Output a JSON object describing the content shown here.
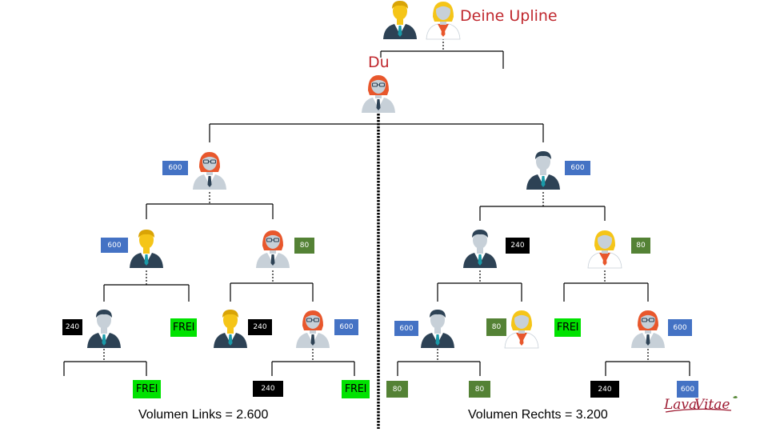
{
  "header": {
    "upline_label": "Deine Upline",
    "you_label": "Du"
  },
  "colors": {
    "upline_text": "#c0282e",
    "badge_blue": "#4472c4",
    "badge_green": "#548235",
    "badge_black": "#000000",
    "frei_green": "#00e200",
    "logo_red": "#9e1b32"
  },
  "people": [
    {
      "id": "up_m",
      "type": "man-yellow-icon"
    },
    {
      "id": "up_w",
      "type": "woman-blonde-icon"
    },
    {
      "id": "du",
      "type": "woman-red-glasses-icon"
    },
    {
      "id": "L1",
      "type": "woman-red-glasses-icon"
    },
    {
      "id": "R1",
      "type": "man-blue-icon"
    },
    {
      "id": "LL",
      "type": "man-yellow-icon"
    },
    {
      "id": "LR",
      "type": "woman-red-glasses-icon"
    },
    {
      "id": "RL",
      "type": "man-blue-icon"
    },
    {
      "id": "RR",
      "type": "woman-blonde-icon"
    },
    {
      "id": "LLL",
      "type": "man-gray-icon"
    },
    {
      "id": "LRL",
      "type": "man-yellow-icon"
    },
    {
      "id": "LRR",
      "type": "woman-red-glasses-icon"
    },
    {
      "id": "RLL",
      "type": "man-gray-icon"
    },
    {
      "id": "RLR",
      "type": "woman-blonde-icon"
    },
    {
      "id": "RRR",
      "type": "woman-red-glasses-icon"
    }
  ],
  "badges": [
    {
      "id": "L1",
      "text": "600",
      "color": "blue"
    },
    {
      "id": "R1",
      "text": "600",
      "color": "blue"
    },
    {
      "id": "LL",
      "text": "600",
      "color": "blue"
    },
    {
      "id": "LR",
      "text": "80",
      "color": "green"
    },
    {
      "id": "RL",
      "text": "240",
      "color": "black"
    },
    {
      "id": "RR",
      "text": "80",
      "color": "green"
    },
    {
      "id": "LLL",
      "text": "240",
      "color": "black"
    },
    {
      "id": "LRL",
      "text": "240",
      "color": "black"
    },
    {
      "id": "LRR",
      "text": "600",
      "color": "blue"
    },
    {
      "id": "RLL",
      "text": "600",
      "color": "blue"
    },
    {
      "id": "RLR",
      "text": "80",
      "color": "green"
    },
    {
      "id": "RRR",
      "text": "600",
      "color": "blue"
    },
    {
      "id": "L4a",
      "text": "240",
      "color": "black"
    },
    {
      "id": "R4a",
      "text": "80",
      "color": "green"
    },
    {
      "id": "R4b",
      "text": "80",
      "color": "green"
    },
    {
      "id": "R4c",
      "text": "240",
      "color": "black"
    },
    {
      "id": "R4d",
      "text": "600",
      "color": "blue"
    }
  ],
  "frei": [
    {
      "id": "LLR",
      "text": "FREI"
    },
    {
      "id": "RRL",
      "text": "FREI"
    },
    {
      "id": "L4b",
      "text": "FREI"
    },
    {
      "id": "L4c",
      "text": "FREI"
    }
  ],
  "volumes": {
    "left": "Volumen Links = 2.600",
    "right": "Volumen Rechts = 3.200"
  },
  "logo": {
    "part1": "Lava",
    "part2": "Vitae"
  }
}
